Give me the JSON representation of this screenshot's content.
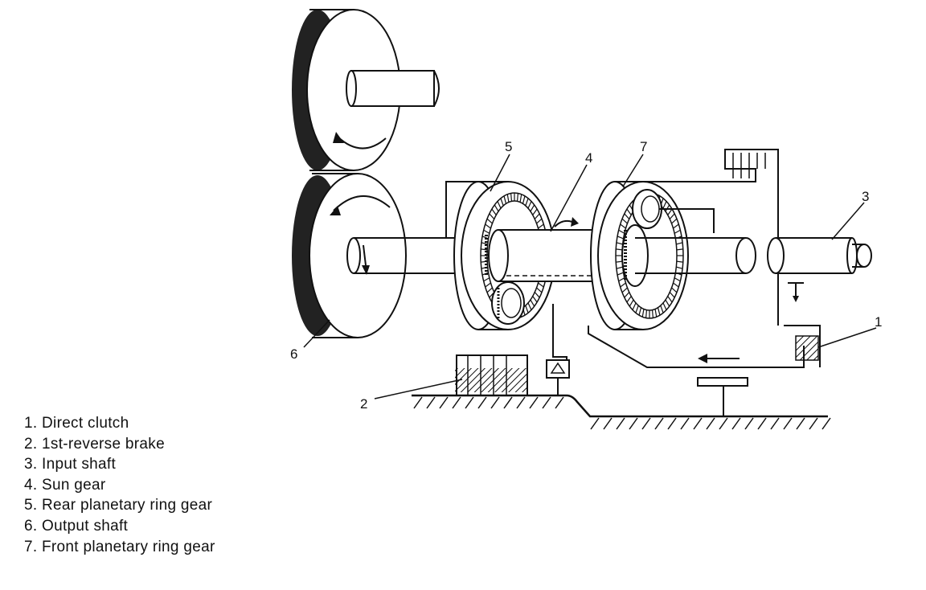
{
  "callouts": {
    "c1": "1",
    "c2": "2",
    "c3": "3",
    "c4": "4",
    "c5": "5",
    "c6": "6",
    "c7": "7"
  },
  "legend": [
    "1. Direct clutch",
    "2. 1st-reverse brake",
    "3. Input shaft",
    "4. Sun gear",
    "5. Rear planetary ring gear",
    "6. Output shaft",
    "7. Front planetary ring gear"
  ]
}
